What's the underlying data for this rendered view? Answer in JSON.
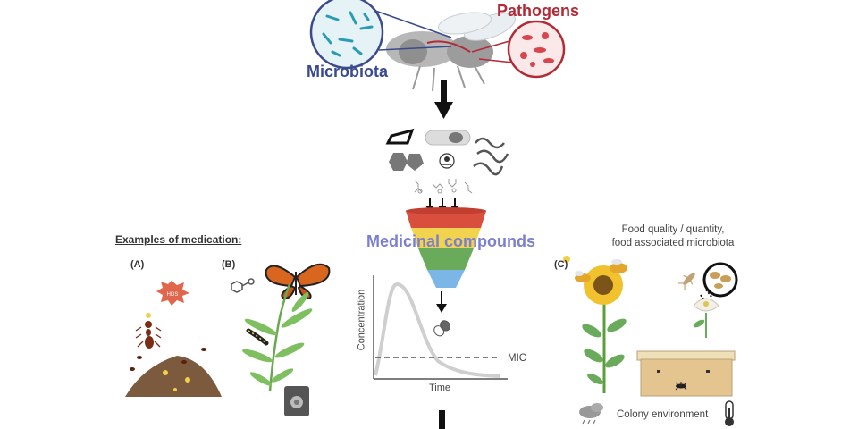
{
  "labels": {
    "microbiota": "Microbiota",
    "pathogens": "Pathogens",
    "medicinal_compounds": "Medicinal compounds",
    "examples_heading": "Examples of medication:",
    "panel_a": "(A)",
    "panel_b": "(B)",
    "panel_c": "(C)",
    "food_line1": "Food quality / quantity,",
    "food_line2": "food associated microbiota",
    "colony_environment": "Colony environment",
    "concentration_axis": "Concentration",
    "time_axis": "Time",
    "mic_threshold": "MIC"
  },
  "icon_labels": {
    "hds_badge": "HDS"
  },
  "icons": [
    "bee-icon",
    "microbiota-magnifier-icon",
    "pathogen-magnifier-icon",
    "down-arrow-icon",
    "compound-shapes-icon",
    "skull-icon",
    "molecule-icon",
    "funnel-icon",
    "pill-capsule-icon",
    "ant-icon",
    "soil-mound-icon",
    "milkweed-plant-icon",
    "monarch-butterfly-icon",
    "caterpillar-icon",
    "seed-bag-icon",
    "sunflower-icon",
    "bee-on-flower-icon",
    "pollen-icon",
    "flower-icon",
    "beehive-box-icon",
    "cloud-rain-icon",
    "thermometer-icon"
  ],
  "colors": {
    "microbiota": "#3a4a8c",
    "pathogens": "#b32a36",
    "medicinal": "#7b7fd0",
    "funnel_red": "#d94f3e",
    "funnel_yellow": "#f2d34e",
    "funnel_green": "#6aab5b",
    "funnel_blue": "#7bb6e6"
  }
}
